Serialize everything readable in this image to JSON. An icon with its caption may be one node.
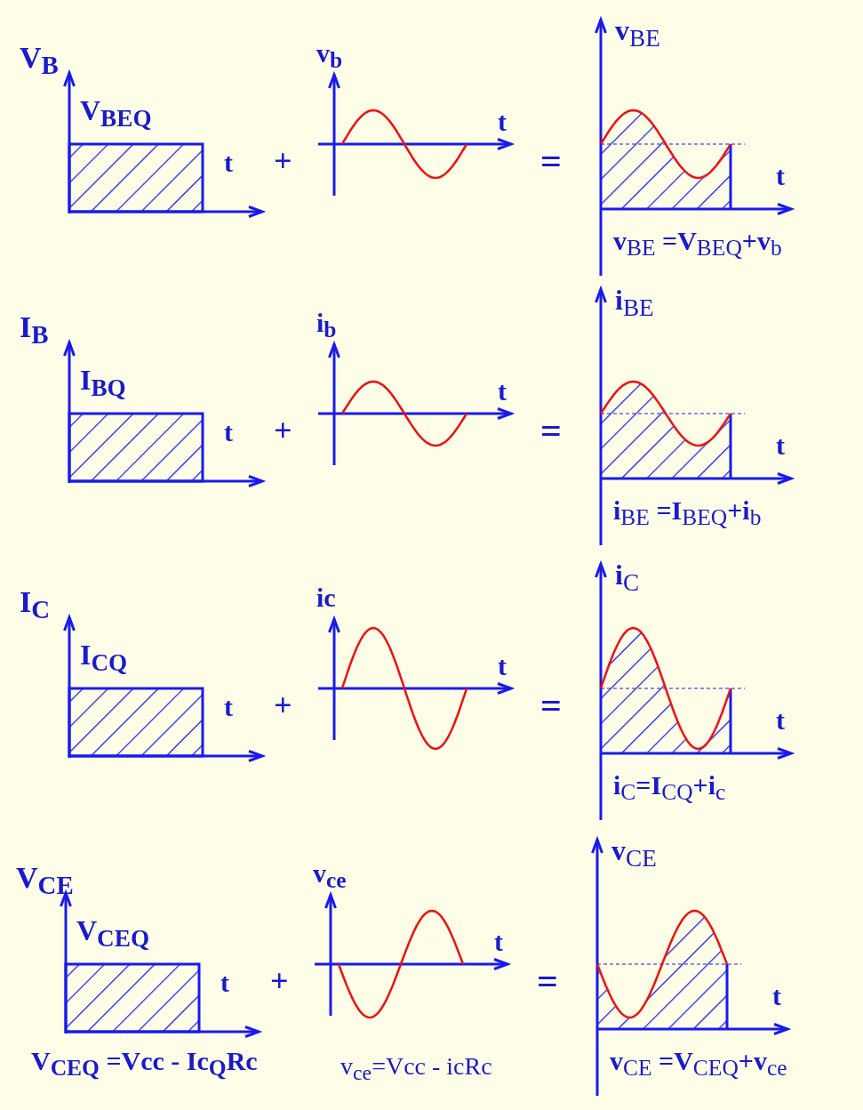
{
  "diagram": {
    "labels": [
      "V$_{B}$",
      "V$_{BEQ}$",
      "t",
      "+",
      "v$_{b}$",
      "t",
      "=",
      "v$_{BE}$",
      "t",
      "v$_{BE}$ =V$_{BEQ}$+v$_{b}$",
      "I$_{B}$",
      "I$_{BQ}$",
      "t",
      "+",
      "i$_{b}$",
      "t",
      "=",
      "i$_{BE}$",
      "t",
      "i$_{BE}$ =I$_{BEQ}$+i$_{b}$",
      "I$_{C}$",
      "I$_{CQ}$",
      "t",
      "+",
      "ic",
      "t",
      "=",
      "i$_{C}$",
      "t",
      "i$_{C}$=I$_{CQ}$+i$_{c}$",
      "V$_{CE}$",
      "V$_{CEQ}$",
      "t",
      "+",
      "v$_{ce}$",
      "t",
      "=",
      "v$_{CE}$",
      "t",
      "V$_{CEQ}$ =Vcc - Ic$_{Q}$Rc",
      "v$_{ce}$=Vcc - icRc",
      "v$_{CE}$ =V$_{CEQ}$+v$_{ce}$"
    ]
  }
}
